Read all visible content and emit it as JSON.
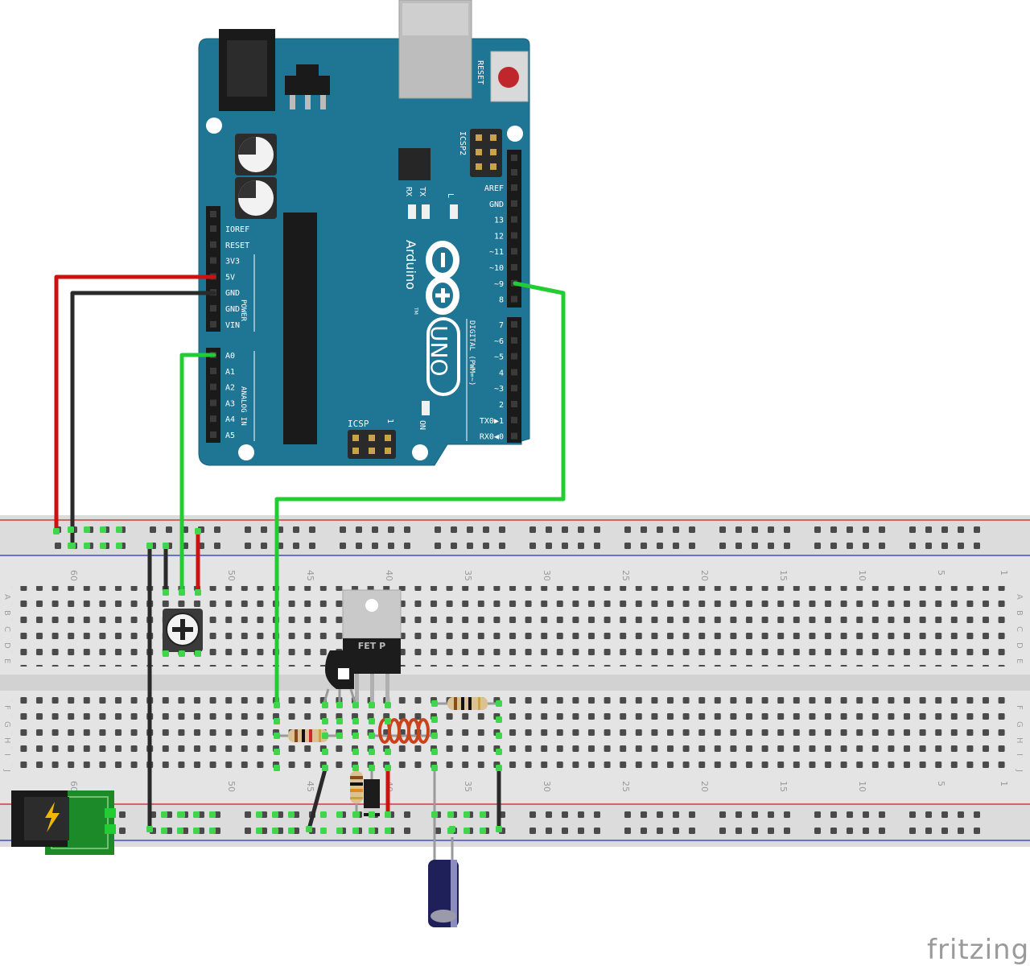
{
  "arduino": {
    "brand": "Arduino",
    "trademark": "TM",
    "model": "UNO",
    "reset_label": "RESET",
    "icsp_label": "ICSP",
    "icsp2_label": "ICSP2",
    "icsp_pin1": "1",
    "tx_label": "TX",
    "rx_label": "RX",
    "l_label": "L",
    "on_label": "ON",
    "power_header": "POWER",
    "analog_header": "ANALOG IN",
    "digital_header": "DIGITAL (PWM=~)",
    "power_pins": [
      "IOREF",
      "RESET",
      "3V3",
      "5V",
      "GND",
      "GND",
      "VIN"
    ],
    "analog_pins": [
      "A0",
      "A1",
      "A2",
      "A3",
      "A4",
      "A5"
    ],
    "digital_top": [
      "AREF",
      "GND",
      "13",
      "12",
      "~11",
      "~10",
      "~9",
      "8"
    ],
    "digital_bottom": [
      "7",
      "~6",
      "~5",
      "4",
      "~3",
      "2",
      "TX0▶1",
      "RX0◀0"
    ]
  },
  "breadboard": {
    "column_numbers_top": [
      "60",
      "50",
      "45",
      "40",
      "35",
      "30",
      "25",
      "20",
      "15",
      "10",
      "5",
      "1"
    ],
    "column_numbers_bottom": [
      "60",
      "50",
      "45",
      "40",
      "35",
      "30",
      "25",
      "20",
      "15",
      "10",
      "5",
      "1"
    ],
    "row_letters_top": [
      "A",
      "B",
      "C",
      "D",
      "E"
    ],
    "row_letters_bottom": [
      "F",
      "G",
      "H",
      "I",
      "J"
    ]
  },
  "mosfet": {
    "label": "FET P"
  },
  "watermark": "fritzing",
  "colors": {
    "arduino_blue": "#1f7594",
    "wire_red": "#cc1111",
    "wire_black": "#2a2a2a",
    "wire_green": "#22cc33",
    "rail_red": "#d43c3c",
    "rail_blue": "#3f4ec4",
    "breadboard": "#e4e4e4",
    "jack_green": "#1d8a2a"
  }
}
